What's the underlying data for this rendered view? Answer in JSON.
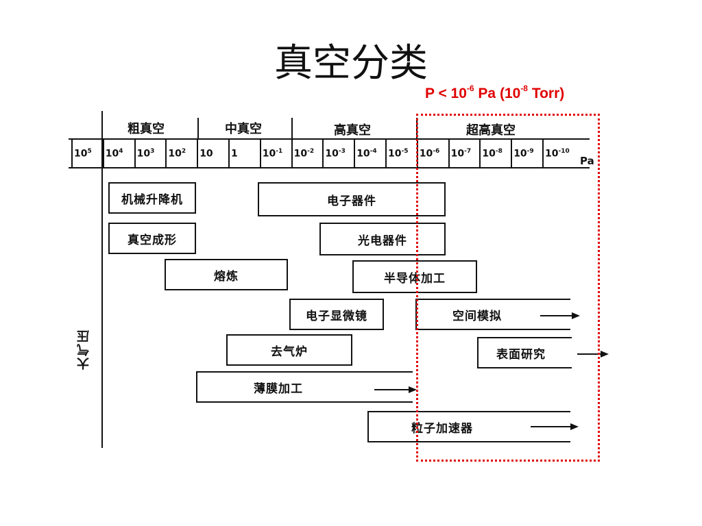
{
  "title": "真空分类",
  "annotation": {
    "prefix": "P < 10",
    "exp1": "-6",
    "mid": " Pa (10",
    "exp2": "-8",
    "suffix": " Torr)"
  },
  "regions": [
    "粗真空",
    "中真空",
    "高真空",
    "超高真空"
  ],
  "pressure_ticks": [
    {
      "base": "10",
      "exp": "5"
    },
    {
      "base": "10",
      "exp": "4"
    },
    {
      "base": "10",
      "exp": "3"
    },
    {
      "base": "10",
      "exp": "2"
    },
    {
      "base": "10",
      "exp": ""
    },
    {
      "base": "1",
      "exp": ""
    },
    {
      "base": "10",
      "exp": "-1"
    },
    {
      "base": "10",
      "exp": "-2"
    },
    {
      "base": "10",
      "exp": "-3"
    },
    {
      "base": "10",
      "exp": "-4"
    },
    {
      "base": "10",
      "exp": "-5"
    },
    {
      "base": "10",
      "exp": "-6"
    },
    {
      "base": "10",
      "exp": "-7"
    },
    {
      "base": "10",
      "exp": "-8"
    },
    {
      "base": "10",
      "exp": "-9"
    },
    {
      "base": "10",
      "exp": "-10"
    }
  ],
  "unit": "Pa",
  "axis_label": "大气压",
  "applications": [
    "机械升降机",
    "电子器件",
    "真空成形",
    "光电器件",
    "熔炼",
    "半导体加工",
    "电子显微镜",
    "空间模拟",
    "去气炉",
    "表面研究",
    "薄膜加工",
    "粒子加速器"
  ]
}
